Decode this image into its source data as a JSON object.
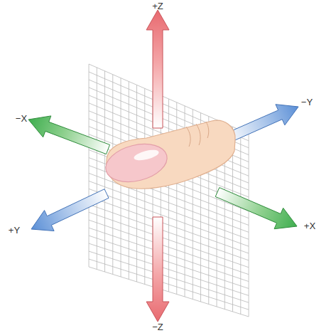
{
  "diagram": {
    "labels": [
      "+Z",
      "−Y",
      "−X",
      "+X",
      "+Y",
      "−Z"
    ]
  }
}
